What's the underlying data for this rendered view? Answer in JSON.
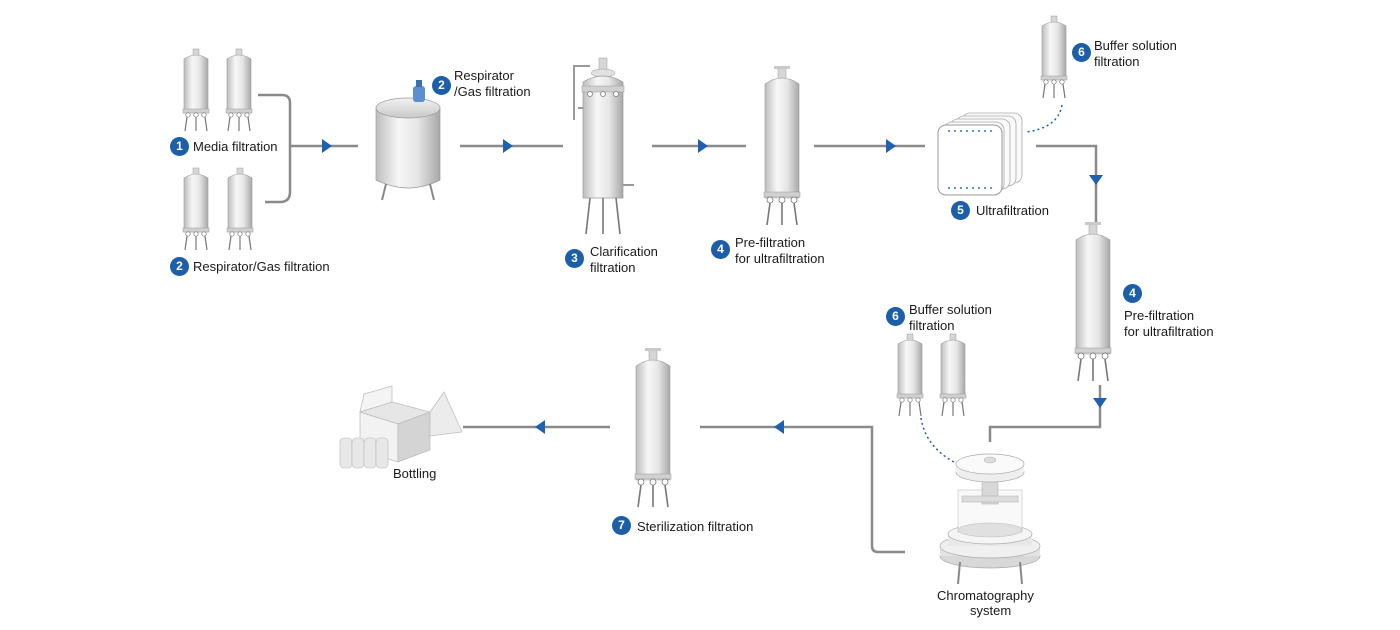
{
  "colors": {
    "pipe": "#8a8a8a",
    "arrow": "#2060b0",
    "badge": "#1c5fa8",
    "vessel_light": "#f4f4f4",
    "vessel_dark": "#bdbdbd",
    "dots": "#5b9bd5"
  },
  "icons": {
    "vessel": "filter-housing-icon",
    "tank": "mixing-tank-icon",
    "cassette": "ultrafiltration-cassette-icon",
    "column": "chromatography-column-icon",
    "box": "bottling-box-icon",
    "arrow": "flow-arrow-icon"
  },
  "steps": {
    "media": {
      "num": "1",
      "label": "Media filtration"
    },
    "gas_bottom": {
      "num": "2",
      "label": "Respirator/Gas filtration"
    },
    "gas_tank": {
      "num": "2",
      "line1": "Respirator",
      "line2": "/Gas filtration"
    },
    "clarify": {
      "num": "3",
      "line1": "Clarification",
      "line2": "filtration"
    },
    "prefilt_a": {
      "num": "4",
      "line1": "Pre-filtration",
      "line2": "for ultrafiltration"
    },
    "buffer_top": {
      "num": "6",
      "line1": "Buffer solution",
      "line2": "filtration"
    },
    "ultra": {
      "num": "5",
      "label": "Ultrafiltration"
    },
    "prefilt_b": {
      "num": "4",
      "line1": "Pre-filtration",
      "line2": "for ultrafiltration"
    },
    "buffer_mid": {
      "num": "6",
      "line1": "Buffer solution",
      "line2": "filtration"
    },
    "chrom": {
      "line1": "Chromatography",
      "line2": "system"
    },
    "steril": {
      "num": "7",
      "label": "Sterilization filtration"
    },
    "bottling": {
      "label": "Bottling"
    }
  }
}
